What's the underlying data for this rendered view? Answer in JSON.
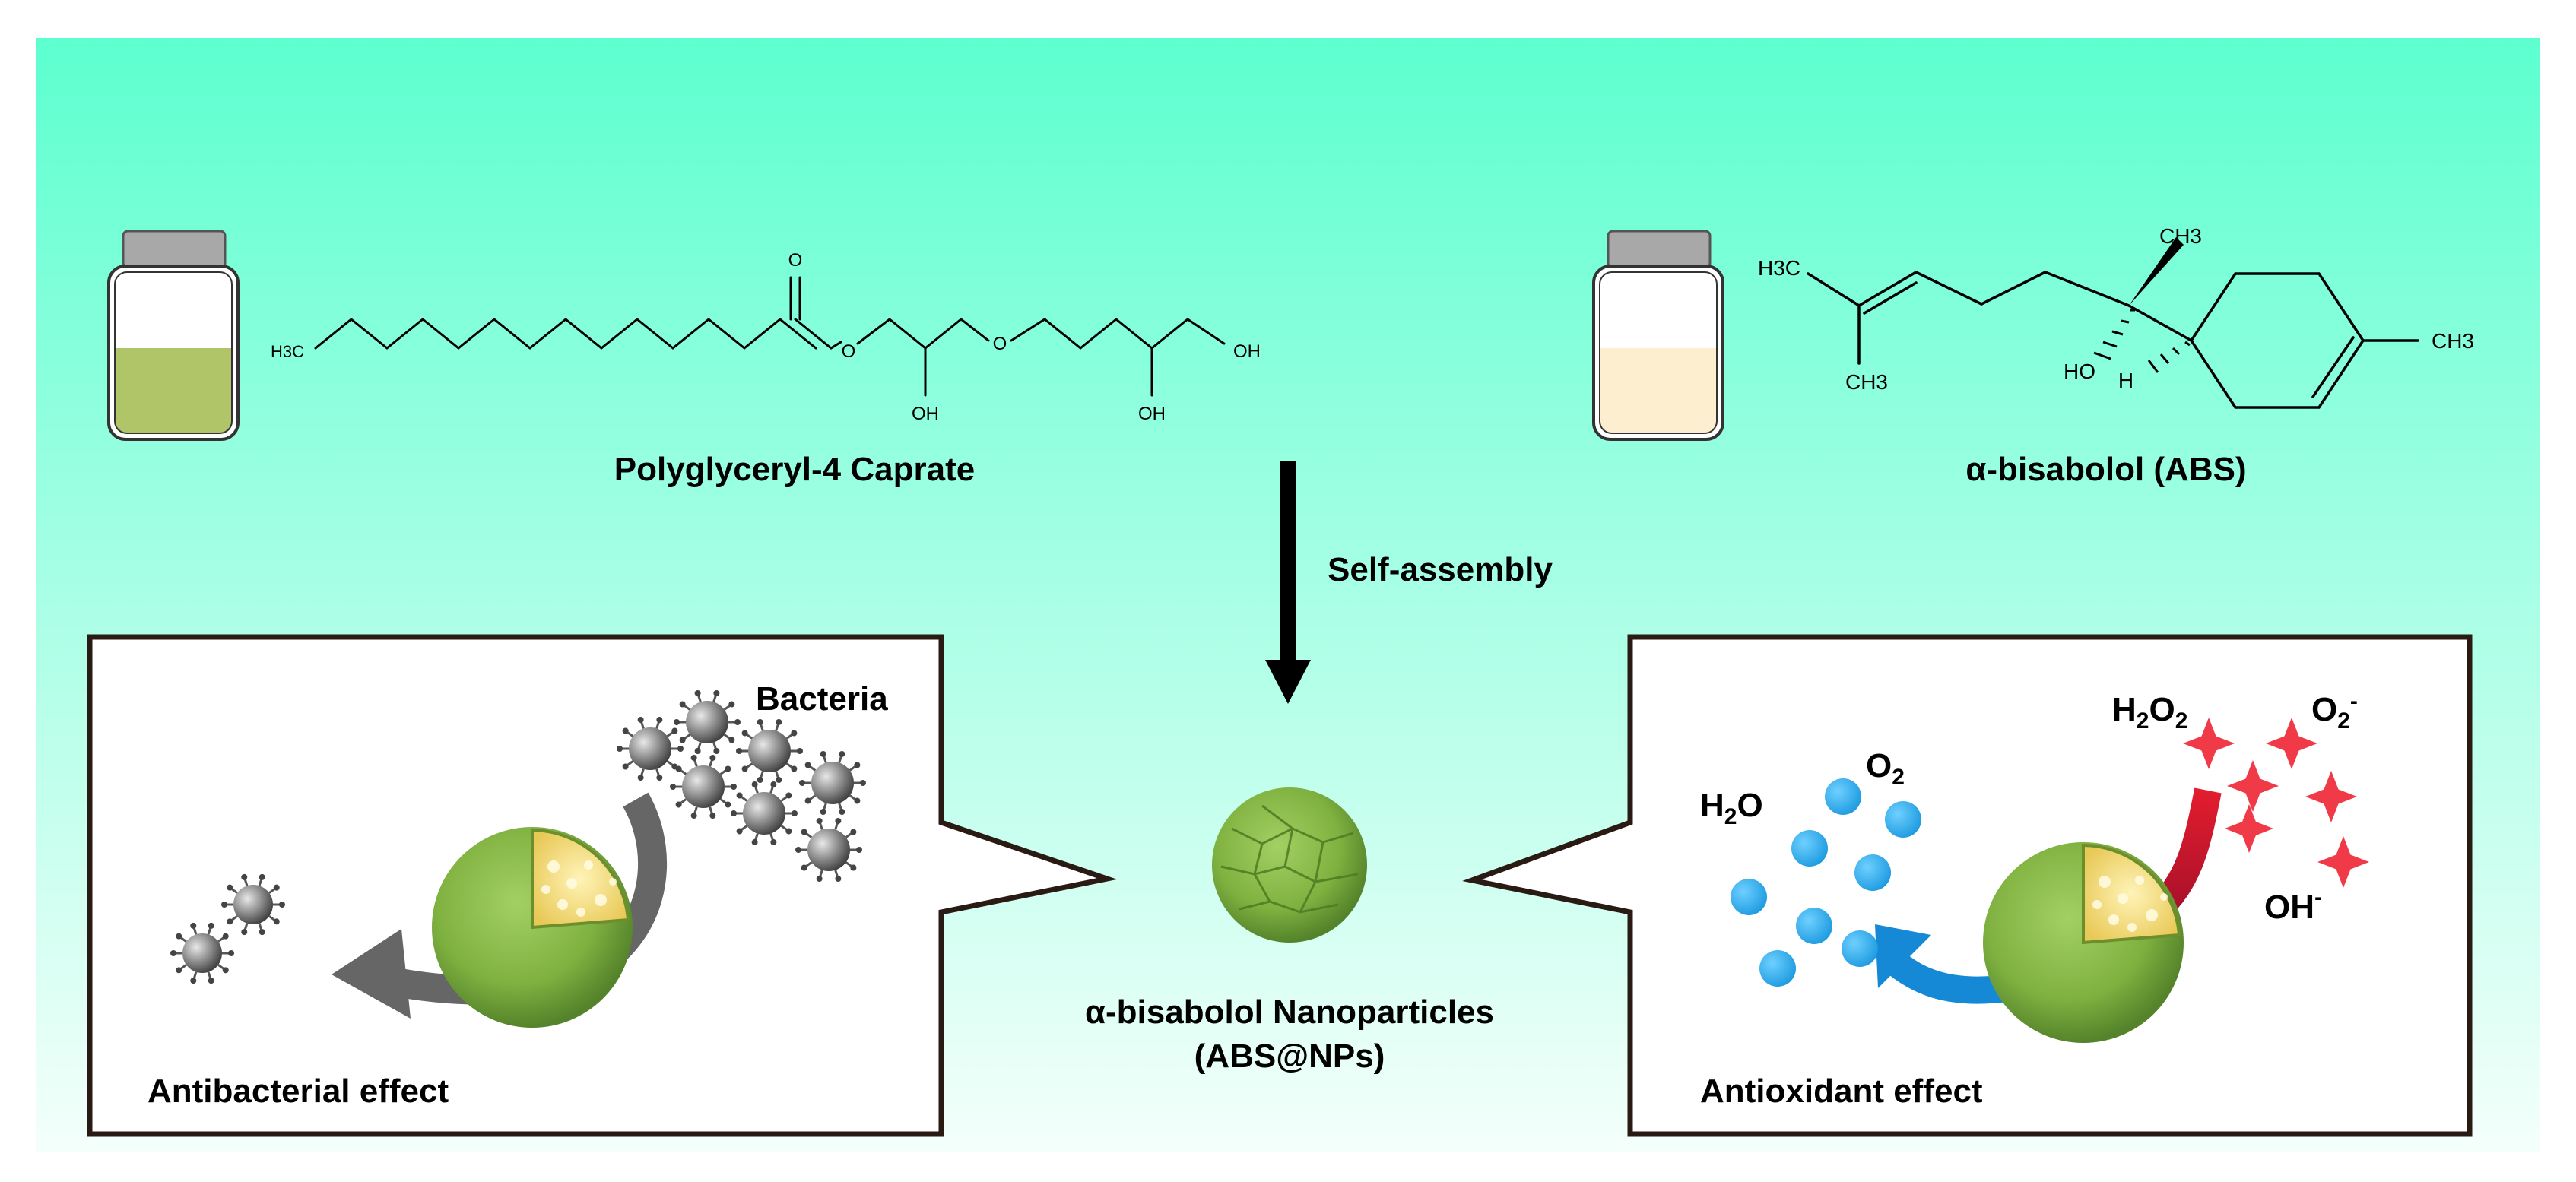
{
  "colors": {
    "background_top": "#5cffcf",
    "background_bottom": "#f4fffb",
    "jar_left_liquid": "#b0c568",
    "jar_right_liquid": "#fdeecf",
    "jar_cap": "#a8a8a8",
    "droplet": "#1e9be0",
    "ros_star": "#f03a48",
    "nanoparticle": "#7fb140",
    "particle_core": "#f2dc7e",
    "bacteria": "#8a8a8a",
    "arrow_gray": "#666666",
    "arrow_blue": "#1689d6",
    "arrow_red": "#d8102a"
  },
  "icons": {
    "jar": "vial-icon",
    "bacteria": "virus-like-bacteria-icon",
    "droplet": "circle-icon",
    "ros": "four-point-star-icon"
  },
  "molecules": {
    "left_name": "Polyglyceryl-4 Caprate",
    "right_name": "α-bisabolol (ABS)",
    "left_atoms": {
      "ch3": "H3C",
      "carbonyl_o": "O",
      "ester_o": "O",
      "ether_o": "O",
      "oh1": "OH",
      "oh2": "OH",
      "oh3": "OH"
    },
    "right_atoms": {
      "h3c": "H3C",
      "ch3_bottom": "CH3",
      "ch3_top": "CH3",
      "ho": "HO",
      "h": "H",
      "ch3_ring": "CH3"
    }
  },
  "center": {
    "process_label": "Self-assembly",
    "particle_label_line1": "α-bisabolol Nanoparticles",
    "particle_label_line2": "(ABS@NPs)"
  },
  "left_panel": {
    "title": "Antibacterial effect",
    "bacteria_label": "Bacteria"
  },
  "right_panel": {
    "title": "Antioxidant effect",
    "h2o2": "H2O2",
    "o2_radical": "O2-",
    "oh_radical": "OH-",
    "water": "H2O",
    "oxygen": "O2"
  }
}
